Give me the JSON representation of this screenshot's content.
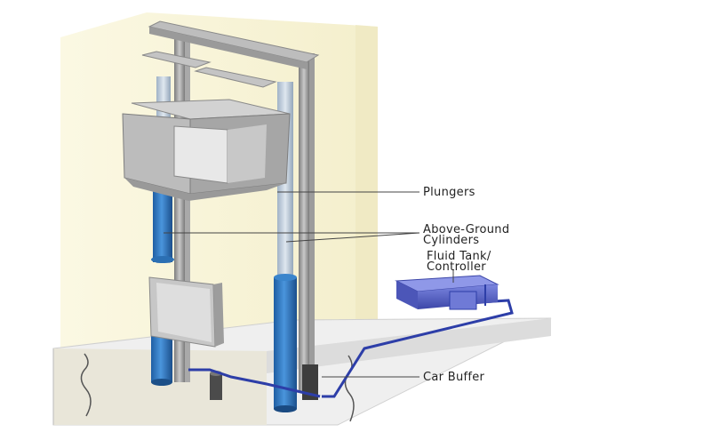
{
  "labels": {
    "plungers": "Plungers",
    "cylinders_line1": "Above-Ground",
    "cylinders_line2": "Cylinders",
    "tank_line1": "Fluid Tank/",
    "tank_line2": "Controller",
    "car_buffer": "Car Buffer"
  },
  "colors": {
    "shaft_wall": "#f7f3d4",
    "rail": "#8f8f8f",
    "plunger": "#b9c8d8",
    "cylinder": "#2f78c0",
    "car_body": "#b8b8b8",
    "tank": "#5a66c8",
    "pipe": "#2d3ea8",
    "leader_line": "#444444"
  }
}
